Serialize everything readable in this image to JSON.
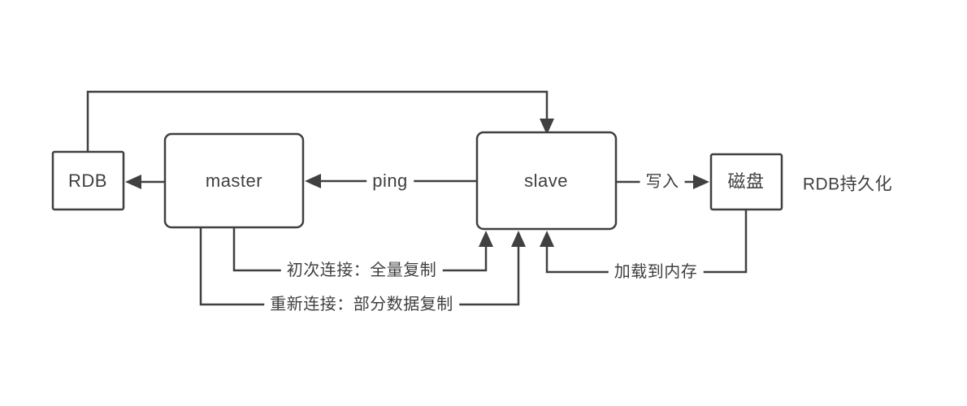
{
  "diagram": {
    "title": "redis master-slave replication with RDB persistence",
    "nodes": {
      "rdb": {
        "label": "RDB"
      },
      "master": {
        "label": "master"
      },
      "slave": {
        "label": "slave"
      },
      "disk": {
        "label": "磁盘"
      }
    },
    "edges": {
      "ping": {
        "label": "ping",
        "from": "slave",
        "to": "master"
      },
      "write": {
        "label": "写入",
        "from": "slave",
        "to": "disk"
      },
      "first_connect": {
        "label": "初次连接：全量复制",
        "from": "master",
        "to": "slave"
      },
      "reconnect": {
        "label": "重新连接：部分数据复制",
        "from": "master",
        "to": "slave"
      },
      "load_to_memory": {
        "label": "加载到内存",
        "from": "disk",
        "to": "slave"
      },
      "rdb_to_slave": {
        "label": "",
        "from": "rdb",
        "to": "slave"
      },
      "master_to_rdb": {
        "label": "",
        "from": "master",
        "to": "rdb"
      }
    },
    "annotations": {
      "rdb_persistence": {
        "label": "RDB持久化"
      }
    },
    "colors": {
      "stroke": "#404040",
      "text": "#3f3f3f",
      "background": "#ffffff"
    }
  }
}
